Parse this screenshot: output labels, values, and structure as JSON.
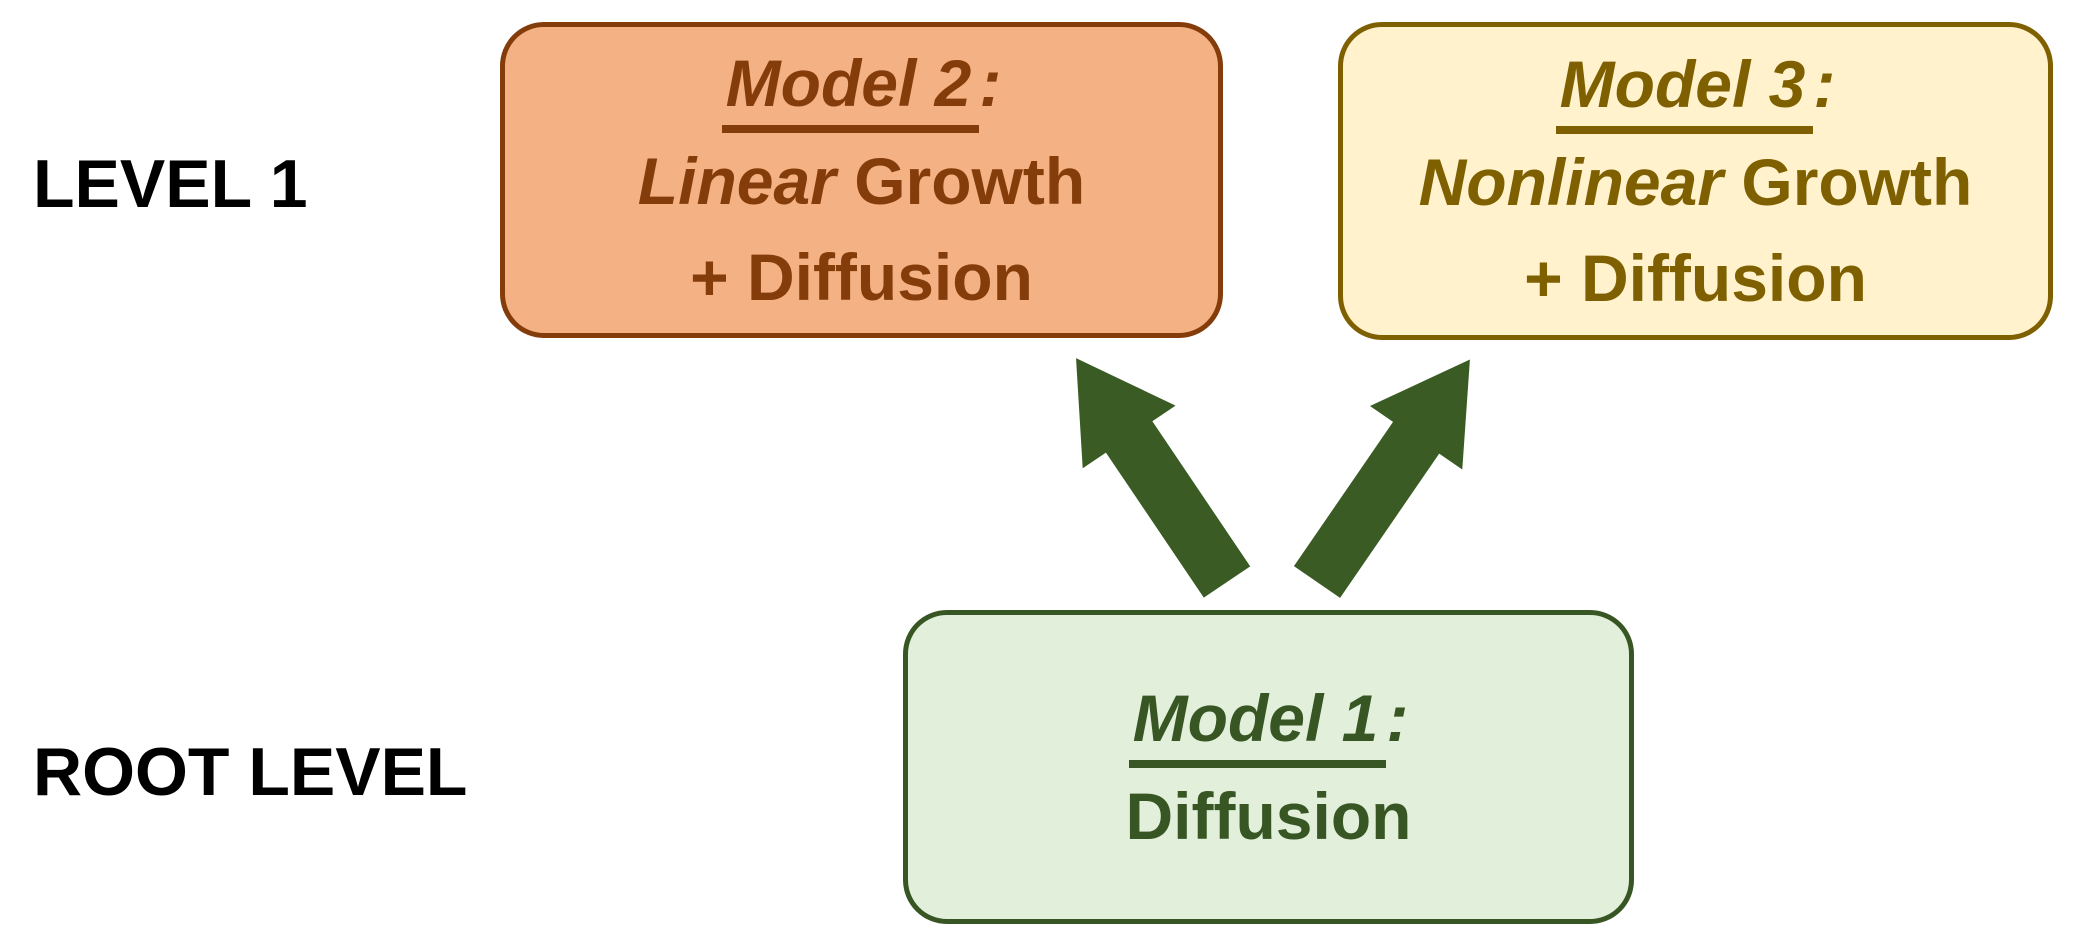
{
  "diagram": {
    "background": "#FFFFFF",
    "levels": [
      {
        "id": "level-1",
        "label": "LEVEL 1"
      },
      {
        "id": "root-level",
        "label": "ROOT LEVEL"
      }
    ],
    "nodes": {
      "model2": {
        "title": "Model 2",
        "colon": ":",
        "line2_emphasis": "Linear",
        "line2_rest": " Growth",
        "line3": "+ Diffusion",
        "fill": "#F4B183",
        "border": "#843C0B",
        "text_color": "#843C0B",
        "level": "LEVEL 1"
      },
      "model3": {
        "title": "Model 3",
        "colon": ":",
        "line2_emphasis": "Nonlinear",
        "line2_rest": " Growth",
        "line3": "+ Diffusion",
        "fill": "#FFF2CC",
        "border": "#7F6000",
        "text_color": "#7F6000",
        "level": "LEVEL 1"
      },
      "model1": {
        "title": "Model 1",
        "colon": ":",
        "line2": "Diffusion",
        "fill": "#E2EFDA",
        "border": "#375623",
        "text_color": "#375623",
        "level": "ROOT LEVEL"
      }
    },
    "arrows": {
      "color": "#3A5B23",
      "items": [
        {
          "from": "model1",
          "to": "model2"
        },
        {
          "from": "model1",
          "to": "model3"
        }
      ]
    }
  }
}
